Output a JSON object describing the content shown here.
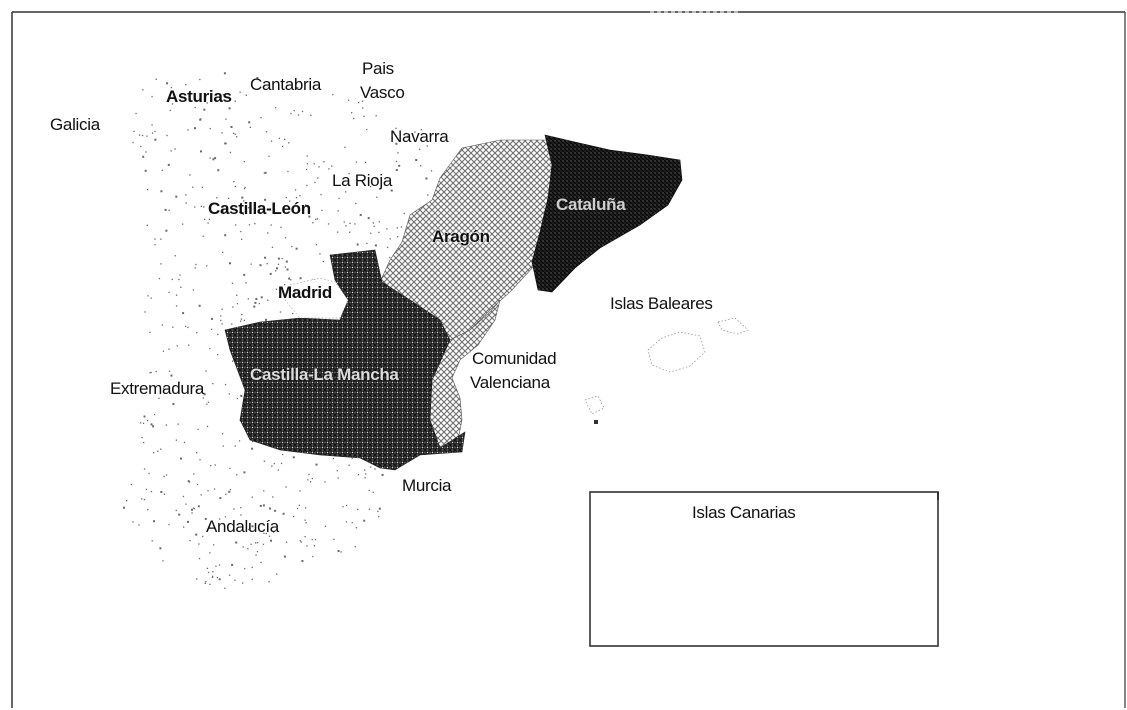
{
  "map": {
    "colors": {
      "frame": "#333333",
      "stipple": "#6a6a6a",
      "medium": "#7a7a7a",
      "dark": "#2a2a2a",
      "darkest": "#141414"
    },
    "regions": [
      {
        "id": "galicia",
        "label": "Galicia",
        "shade": "none"
      },
      {
        "id": "asturias",
        "label": "Asturias",
        "shade": "none"
      },
      {
        "id": "cantabria",
        "label": "Cantabria",
        "shade": "none"
      },
      {
        "id": "pais-vasco",
        "label": "Pais",
        "label2": "Vasco",
        "shade": "none"
      },
      {
        "id": "navarra",
        "label": "Navarra",
        "shade": "none"
      },
      {
        "id": "la-rioja",
        "label": "La Rioja",
        "shade": "none"
      },
      {
        "id": "castilla-leon",
        "label": "Castilla-León",
        "shade": "none"
      },
      {
        "id": "aragon",
        "label": "Aragón",
        "shade": "medium"
      },
      {
        "id": "cataluna",
        "label": "Cataluña",
        "shade": "darkest"
      },
      {
        "id": "madrid",
        "label": "Madrid",
        "shade": "none"
      },
      {
        "id": "castilla-la-mancha",
        "label": "Castilla-La Mancha",
        "shade": "dark"
      },
      {
        "id": "extremadura",
        "label": "Extremadura",
        "shade": "none"
      },
      {
        "id": "comunidad-valenciana",
        "label": "Comunidad",
        "label2": "Valenciana",
        "shade": "medium"
      },
      {
        "id": "islas-baleares",
        "label": "Islas Baleares",
        "shade": "none"
      },
      {
        "id": "murcia",
        "label": "Murcia",
        "shade": "none"
      },
      {
        "id": "andalucia",
        "label": "Andalucía",
        "shade": "none"
      }
    ],
    "canarias_inset": {
      "title": "Islas Canarias"
    }
  }
}
